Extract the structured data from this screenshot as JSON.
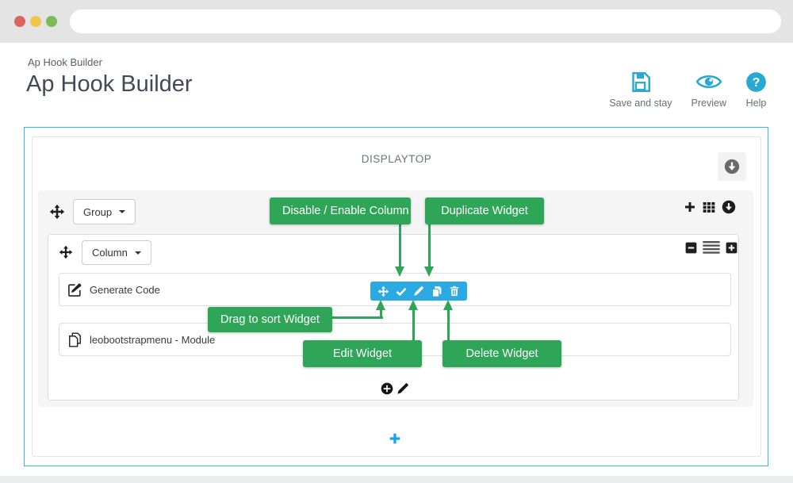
{
  "browser": {
    "address_value": ""
  },
  "header": {
    "breadcrumb": "Ap Hook Builder",
    "title": "Ap Hook Builder",
    "actions": [
      {
        "label": "Save and stay",
        "icon": "save-icon"
      },
      {
        "label": "Preview",
        "icon": "eye-icon"
      },
      {
        "label": "Help",
        "icon": "help-icon"
      }
    ]
  },
  "panel": {
    "hook_title": "DISPLAYTOP",
    "group_dropdown_label": "Group",
    "column_dropdown_label": "Column",
    "widgets": [
      {
        "label": "Generate Code",
        "icon": "edit-square-icon"
      },
      {
        "label": "leobootstrapmenu - Module",
        "icon": "pages-icon"
      }
    ],
    "toolbar_icons": [
      "move-icon",
      "check-icon",
      "pencil-icon",
      "copy-icon",
      "trash-icon"
    ]
  },
  "annotations": {
    "disable_enable_column": "Disable / Enable Column",
    "duplicate_widget": "Duplicate Widget",
    "drag_to_sort_widget": "Drag to sort Widget",
    "edit_widget": "Edit Widget",
    "delete_widget": "Delete Widget"
  },
  "colors": {
    "toolbar_blue": "#2aa9e2",
    "annotation_green": "#2fa558",
    "panel_border_cyan": "#36b7e9",
    "header_icon_blue": "#27a9d4",
    "add_plus_blue": "#19a3ea"
  }
}
